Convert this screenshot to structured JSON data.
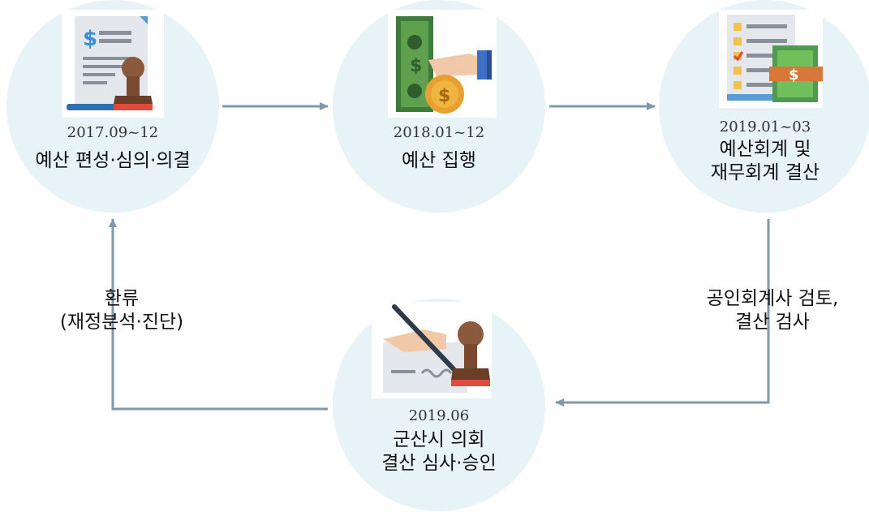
{
  "nodes": {
    "budget_formation": {
      "date": "2017.09~12",
      "label_lines": [
        "예산 편성·심의·의결"
      ]
    },
    "budget_execution": {
      "date": "2018.01~12",
      "label_lines": [
        "예산 집행"
      ]
    },
    "accounts_settlement": {
      "date": "2019.01~03",
      "label_lines": [
        "예산회계 및",
        "재무회계 결산"
      ]
    },
    "council_approval": {
      "date": "2019.06",
      "label_lines": [
        "군산시 의회",
        "결산 심사·승인"
      ]
    }
  },
  "edges": {
    "cpa_review": {
      "label_lines": [
        "공인회계사 검토,",
        "결산 검사"
      ]
    },
    "feedback": {
      "label_lines": [
        "환류",
        "(재정분석·진단)"
      ]
    }
  },
  "colors": {
    "circle_fill": "#e8f3f8",
    "arrow": "#7f9aa6"
  },
  "icons": {
    "budget_formation": "document-stamp-icon",
    "budget_execution": "money-hand-icon",
    "accounts_settlement": "ledger-money-icon",
    "council_approval": "signing-stamp-icon"
  }
}
